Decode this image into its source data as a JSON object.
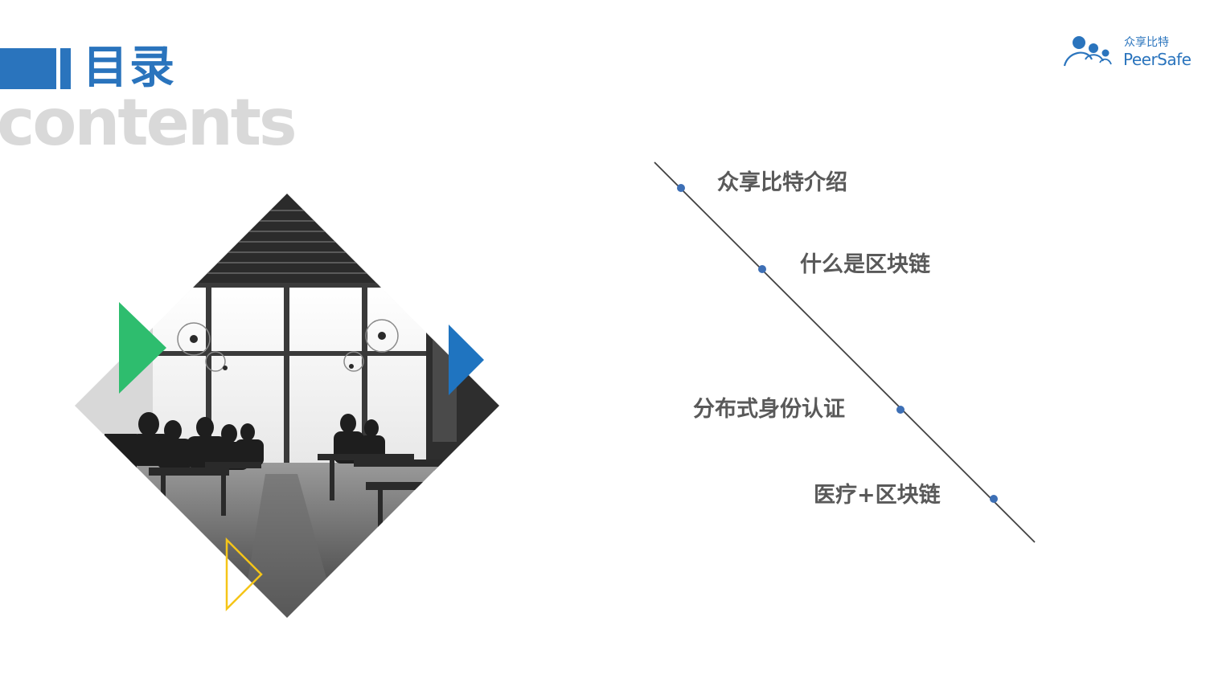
{
  "title": {
    "main": "目录",
    "sub": "contents"
  },
  "logo": {
    "name_cn": "众享比特",
    "name_en": "PeerSafe"
  },
  "menu": {
    "items": [
      {
        "label": "众享比特介绍"
      },
      {
        "label": "什么是区块链"
      },
      {
        "label": "分布式身份认证"
      },
      {
        "label": "医疗+区块链"
      }
    ]
  },
  "colors": {
    "primary_blue": "#2a74bd",
    "heading_gray": "#d9d9d9",
    "text_gray": "#595959",
    "accent_green": "#2ebd6e",
    "accent_blue": "#1f74c0",
    "accent_yellow": "#f5c518",
    "timeline_line": "#404040",
    "timeline_dot": "#3d6fb5"
  }
}
